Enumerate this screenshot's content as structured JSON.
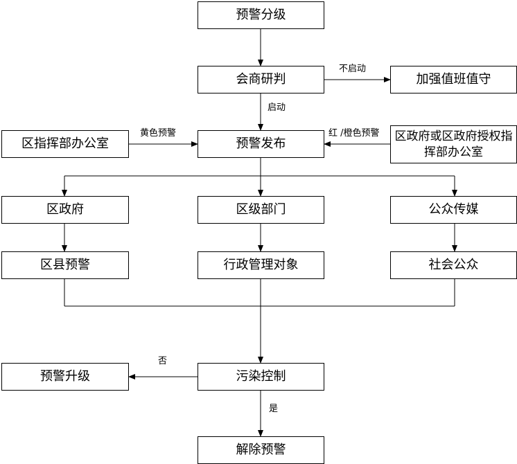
{
  "nodes": {
    "warning_grading": "预警分级",
    "consultation": "会商研判",
    "strengthen_duty": "加强值班值守",
    "district_command_office": "区指挥部办公室",
    "warning_release": "预警发布",
    "authorized_office": "区政府或区政府授权指挥部办公室",
    "district_government": "区政府",
    "district_departments": "区级部门",
    "public_media": "公众传媒",
    "county_warning": "区县预警",
    "admin_objects": "行政管理对象",
    "general_public": "社会公众",
    "warning_upgrade": "预警升级",
    "pollution_control": "污染控制",
    "lift_warning": "解除预警"
  },
  "edges": {
    "no_start": "不启动",
    "start": "启动",
    "yellow_warning": "黄色预警",
    "red_orange_warning": "红 /橙色预警",
    "no": "否",
    "yes": "是"
  }
}
